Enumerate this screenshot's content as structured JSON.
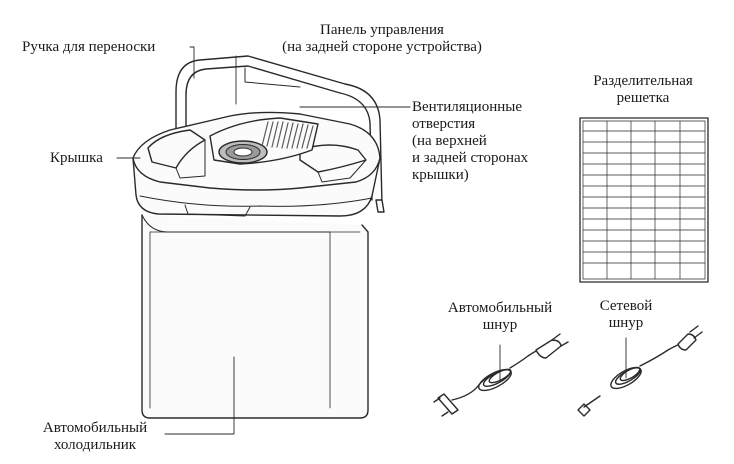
{
  "labels": {
    "handle": "Ручка для переноски",
    "control_panel_1": "Панель управления",
    "control_panel_2": "(на задней стороне устройства)",
    "vents_1": "Вентиляционные",
    "vents_2": "отверстия",
    "vents_3": "(на верхней",
    "vents_4": "и задней сторонах",
    "vents_5": "крышки)",
    "lid": "Крышка",
    "divider_1": "Разделительная",
    "divider_2": "решетка",
    "car_cord_1": "Автомобильный",
    "car_cord_2": "шнур",
    "mains_cord_1": "Сетевой",
    "mains_cord_2": "шнур",
    "fridge_1": "Автомобильный",
    "fridge_2": "холодильник"
  },
  "colors": {
    "line": "#2a2a2a",
    "vent_fill": "#9a9a9a",
    "body_fill": "#fbfbfb"
  }
}
